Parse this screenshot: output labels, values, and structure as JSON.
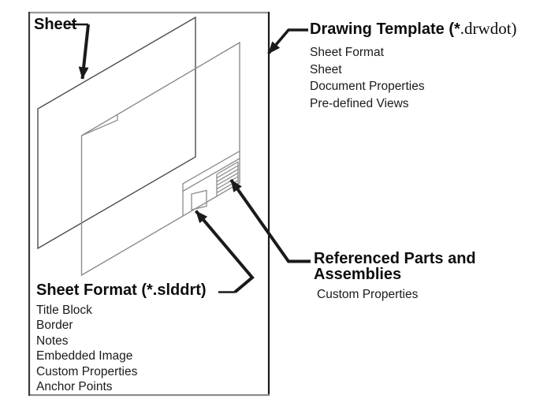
{
  "diagram": {
    "title_context": "Drawing template structure diagram",
    "sheet_label": "Sheet",
    "drawing_template": {
      "heading_bold": "Drawing Template (*",
      "heading_serif": ".drwdot)",
      "items": [
        "Sheet Format",
        "Sheet",
        "Document Properties",
        "Pre-defined Views"
      ]
    },
    "sheet_format": {
      "heading": "Sheet Format (*.slddrt)",
      "items": [
        "Title Block",
        "Border",
        "Notes",
        "Embedded Image",
        "Custom Properties",
        "Anchor Points"
      ]
    },
    "referenced": {
      "heading_line1": "Referenced Parts and",
      "heading_line2": "Assemblies",
      "items": [
        "Custom Properties"
      ]
    },
    "colors": {
      "arrow": "#1a1a1a",
      "back_sheet_stroke": "#4d4d4d",
      "front_sheet_stroke": "#8c8c8c",
      "box_border_top": "#999999",
      "box_border_right": "#1a1a1a",
      "box_border_bottom": "#8c8c8c",
      "box_border_left": "#3a3a3a"
    }
  }
}
